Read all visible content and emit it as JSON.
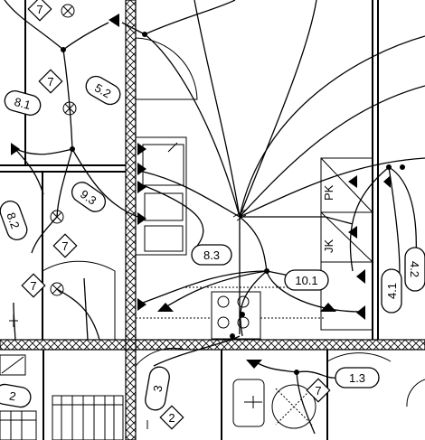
{
  "circuit_tags": [
    {
      "text": "5.2"
    },
    {
      "text": "8.1"
    },
    {
      "text": "9.3"
    },
    {
      "text": "8.2"
    },
    {
      "text": "8.3"
    },
    {
      "text": "10.1"
    },
    {
      "text": "4.1"
    },
    {
      "text": "4.2"
    },
    {
      "text": "1.3"
    },
    {
      "text": "3"
    },
    {
      "text": "2"
    }
  ],
  "diamond_marks": [
    {
      "text": "7"
    },
    {
      "text": "7"
    },
    {
      "text": "7"
    },
    {
      "text": "7"
    },
    {
      "text": "2"
    },
    {
      "text": "7"
    }
  ],
  "panel_labels": [
    {
      "text": "PK"
    },
    {
      "text": "JK"
    }
  ]
}
